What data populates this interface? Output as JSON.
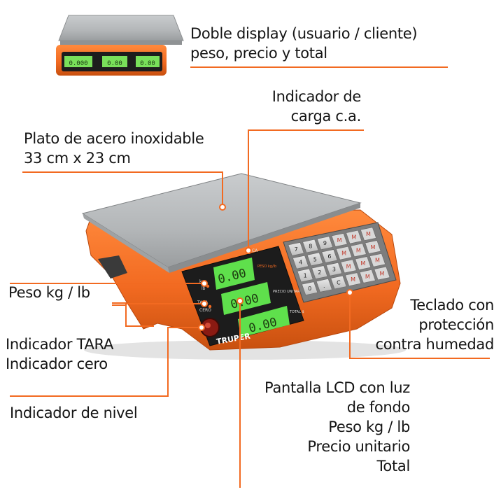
{
  "accent_color": "#f26a21",
  "lcd_color": "#59e05a",
  "callouts": {
    "doble_display": "Doble display (usuario / cliente)\npeso, precio y total",
    "indicador_carga": "Indicador de\ncarga c.a.",
    "plato": "Plato de acero inoxidable\n33 cm x 23 cm",
    "peso_kg_lb": "Peso kg / lb",
    "tara_cero": "Indicador TARA\nIndicador cero",
    "nivel": "Indicador de nivel",
    "teclado": "Teclado con\nprotección\ncontra humedad",
    "pantalla_lcd": "Pantalla LCD con luz\nde fondo\nPeso kg / lb\nPrecio unitario\nTotal"
  },
  "scale": {
    "brand": "TRUPER",
    "lcd_weight": "0.00",
    "lcd_price": "0.00",
    "lcd_total": "0.00",
    "thumb_lcd": [
      "0.000",
      "0.00",
      "0.00"
    ],
    "panel_labels": {
      "kg": "kg",
      "lb": "lb",
      "tara": "TARA",
      "cero": "CERO",
      "ca": "CA",
      "peso": "PESO kg/lb",
      "precio": "PRECIO UNITARIO $/kg/lb",
      "total": "TOTAL $"
    },
    "keypad": [
      "7",
      "8",
      "9",
      "M",
      "M",
      "M",
      "4",
      "5",
      "6",
      "M",
      "M",
      "M",
      "1",
      "2",
      "3",
      "M",
      "M",
      "M",
      "0",
      ".",
      "C",
      "M",
      "M",
      "M"
    ]
  }
}
